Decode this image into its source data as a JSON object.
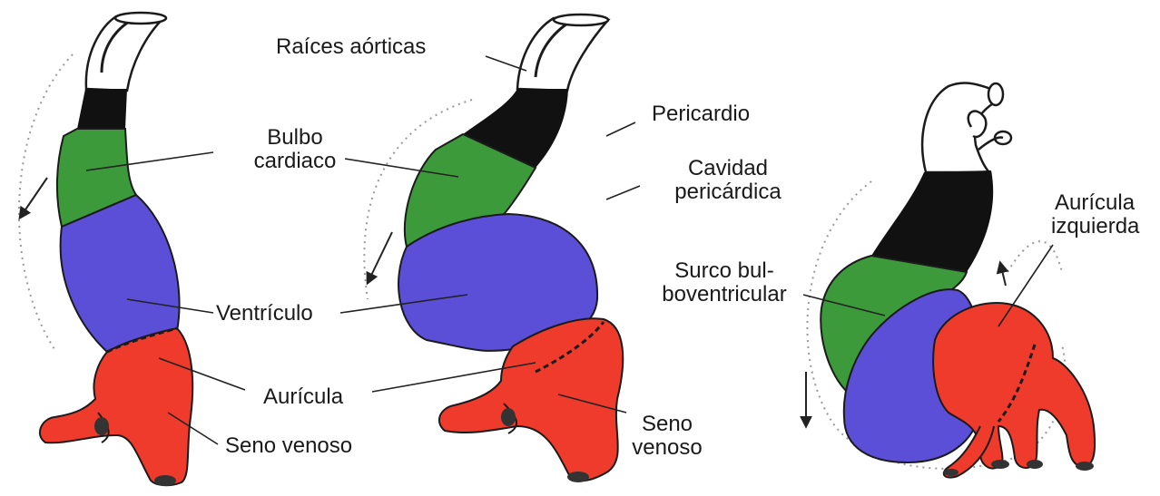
{
  "colors": {
    "bulbus": "#3c9a3a",
    "ventricle": "#5a4fd6",
    "atrium": "#ee3b2c",
    "truncus": "#111111",
    "outline": "#1b1b1b"
  },
  "labels": {
    "raices_aorticas": "Raíces aórticas",
    "pericardio": "Pericardio",
    "bulbo_l1": "Bulbo",
    "bulbo_l2": "cardiaco",
    "cavidad_l1": "Cavidad",
    "cavidad_l2": "pericárdica",
    "surco_l1": "Surco bul-",
    "surco_l2": "boventricular",
    "ventriculo": "Ventrículo",
    "auricula": "Aurícula",
    "seno_venoso_left": "Seno venoso",
    "seno_l1": "Seno",
    "seno_l2": "venoso",
    "auricula_izq_l1": "Aurícula",
    "auricula_izq_l2": "izquierda"
  }
}
